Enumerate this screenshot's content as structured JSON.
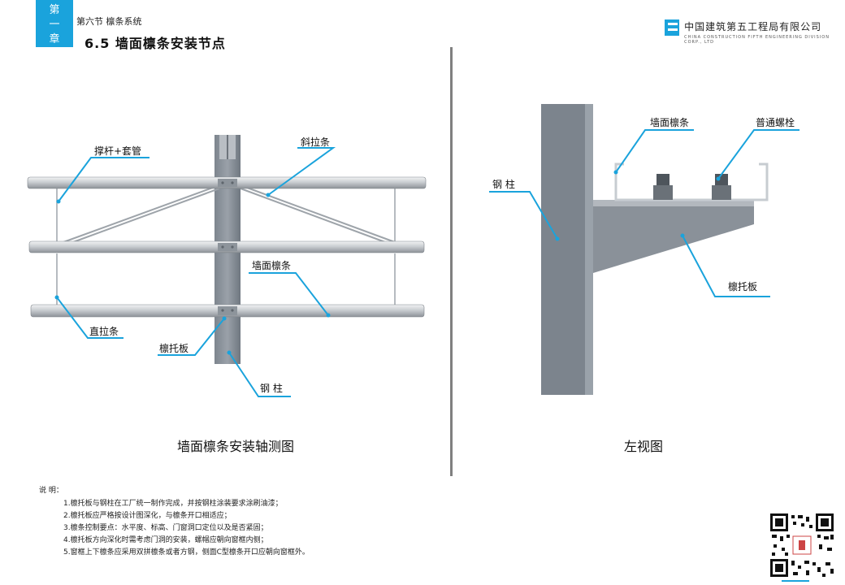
{
  "header": {
    "chapter_tab": [
      "第",
      "一",
      "章"
    ],
    "section": "第六节  檩条系统",
    "title": "6.5  墙面檩条安装节点"
  },
  "company": {
    "name_cn": "中国建筑第五工程局有限公司",
    "name_en": "CHINA CONSTRUCTION FIFTH ENGINEERING DIVISION CORP., LTD",
    "accent_color": "#1aa3dc"
  },
  "axonometric": {
    "caption": "墙面檩条安装轴测图",
    "labels": {
      "strut_sleeve": "撑杆+套管",
      "diagonal_tie": "斜拉条",
      "wall_purlin": "墙面檩条",
      "straight_tie": "直拉条",
      "purlin_bracket": "檩托板",
      "steel_column": "钢  柱"
    }
  },
  "left_view": {
    "caption": "左视图",
    "labels": {
      "wall_purlin": "墙面檩条",
      "bolt": "普通螺栓",
      "steel_column": "钢  柱",
      "purlin_bracket": "檩托板"
    }
  },
  "notes": {
    "heading": "说  明：",
    "items": [
      "1.檩托板与钢柱在工厂统一制作完成，并按钢柱涂装要求涂刷油漆；",
      "2.檩托板应严格按设计图深化，与檩条开口相适应；",
      "3.檩条控制要点：水平度、标高、门窗洞口定位以及是否紧固；",
      "4.檩托板方向深化时需考虑门洞的安装，螺帽应朝向窗框内侧；",
      "5.窗框上下檩条应采用双拼檩条或者方钢，侧面C型檩条开口应朝向窗框外。"
    ]
  }
}
